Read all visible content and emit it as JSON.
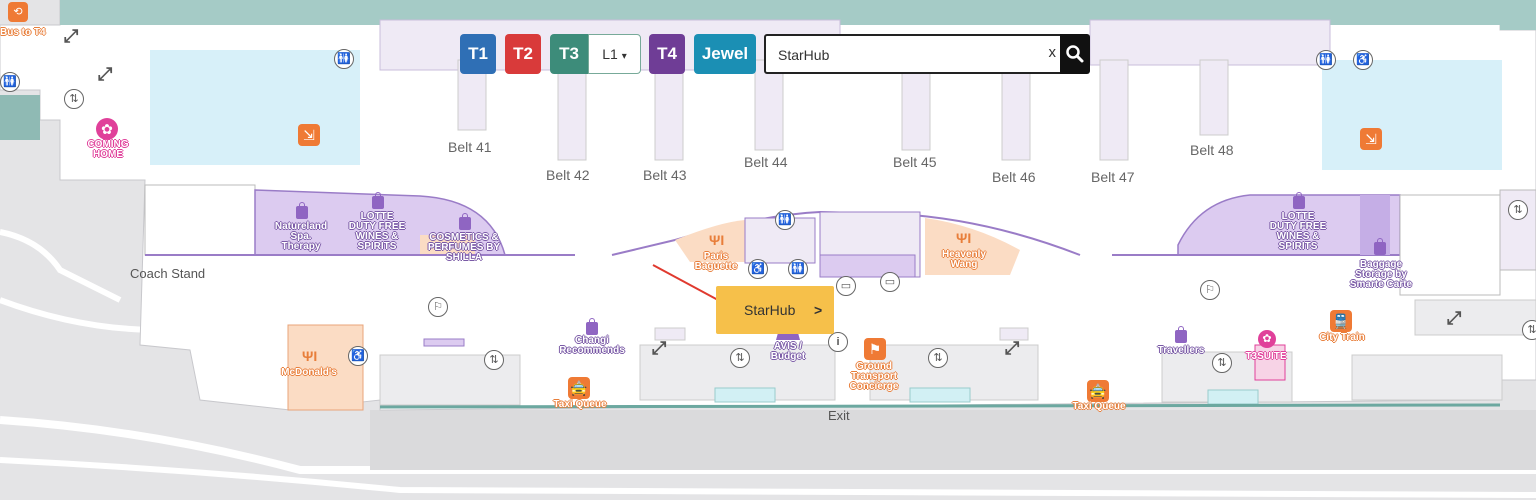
{
  "toolbar": {
    "terminals": [
      {
        "label": "T1",
        "color": "#2f6fb5"
      },
      {
        "label": "T2",
        "color": "#d93a3a"
      },
      {
        "label": "T3",
        "color": "#3d8c7a"
      },
      {
        "label": "T4",
        "color": "#6f3d96"
      },
      {
        "label": "Jewel",
        "color": "#1b8fb4"
      }
    ],
    "level": "L1",
    "level_caret": "▾",
    "search_value": "StarHub",
    "clear_icon": "x",
    "search_icon": "search-icon"
  },
  "belts": [
    "Belt 41",
    "Belt 42",
    "Belt 43",
    "Belt 44",
    "Belt 45",
    "Belt 46",
    "Belt 47",
    "Belt 48"
  ],
  "places": {
    "bus_to_t4": "Bus to T4",
    "coming_home": "COMING HOME",
    "natureland": "Natureland Spa. Therapy",
    "lotte_left": "LOTTE DUTY FREE WINES & SPIRITS",
    "cosmetics": "COSMETICS & PERFUMES BY SHILLA",
    "coach_stand": "Coach Stand",
    "mcdonalds": "McDonald's",
    "paris_baguette": "Paris Baguette",
    "heavenly_wang": "Heavenly Wang",
    "changi_recommends": "Changi Recommends",
    "avis_budget": "AVIS / Budget",
    "ground_transport": "Ground Transport Concierge",
    "taxi_left": "Taxi Queue",
    "taxi_right": "Taxi Queue",
    "exit": "Exit",
    "lotte_right": "LOTTE DUTY FREE WINES & SPIRITS",
    "baggage_storage": "Baggage Storage by Smarte Carte",
    "travellers": "Travellers",
    "t3_suite": "T3SUITE",
    "city_train": "City Train"
  },
  "popup": {
    "label": "StarHub",
    "chevron": ">"
  },
  "colors": {
    "wall": "#9ec8c2",
    "water": "#d6f0f8",
    "shop": "#d9c9ef",
    "food": "#fbdcc4",
    "accent": "#e87e3a"
  }
}
